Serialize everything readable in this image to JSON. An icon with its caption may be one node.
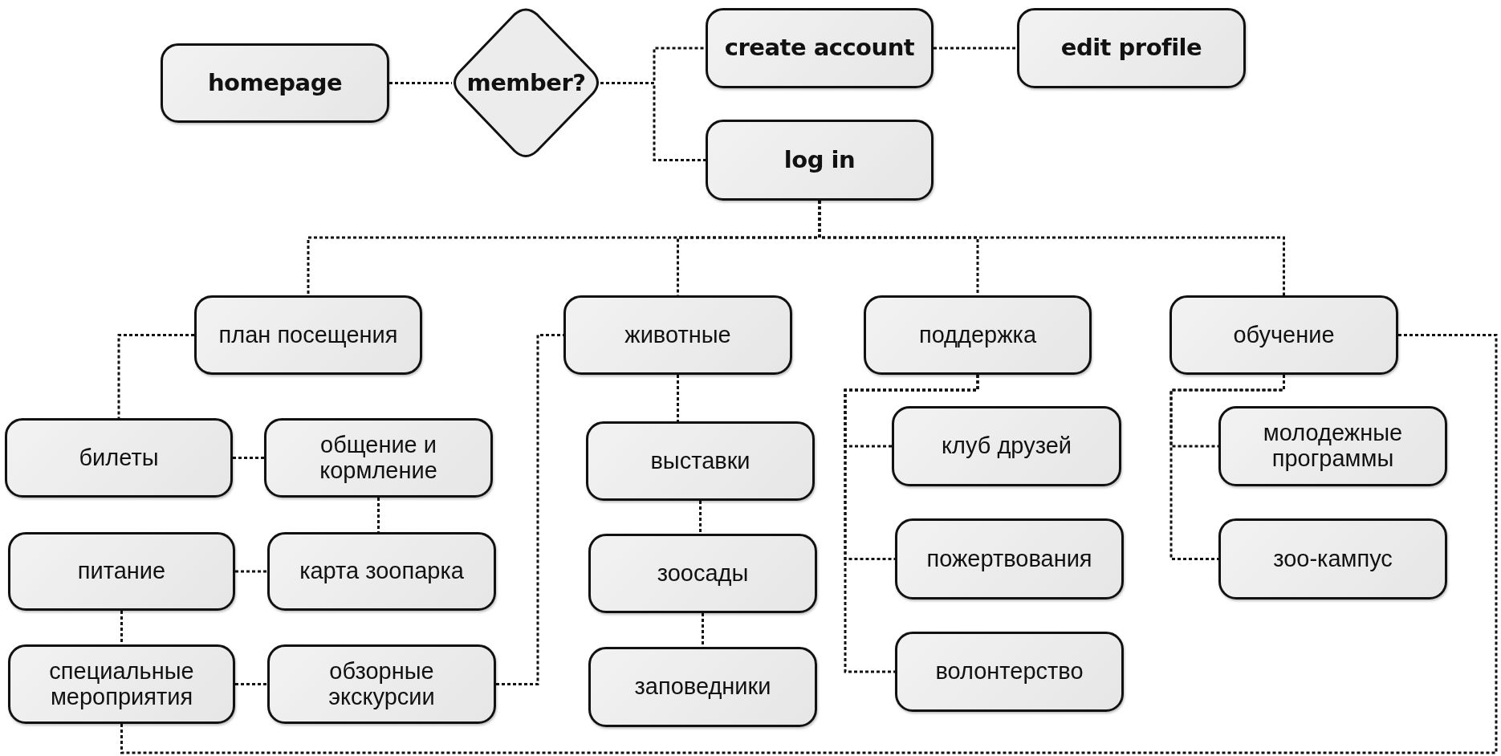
{
  "diagram": {
    "nodes": [
      {
        "text": [
          "homepage"
        ]
      },
      {
        "text": [
          "member?"
        ]
      },
      {
        "text": [
          "create account"
        ]
      },
      {
        "text": [
          "edit profile"
        ]
      },
      {
        "text": [
          "log in"
        ]
      },
      {
        "text": [
          "план посещения"
        ]
      },
      {
        "text": [
          "животные"
        ]
      },
      {
        "text": [
          "поддержка"
        ]
      },
      {
        "text": [
          "обучение"
        ]
      },
      {
        "text": [
          "билеты"
        ]
      },
      {
        "text": [
          "общение и кормление"
        ]
      },
      {
        "text": [
          "питание"
        ]
      },
      {
        "text": [
          "карта зоопарка"
        ]
      },
      {
        "text": [
          "специальные мероприятия"
        ]
      },
      {
        "text": [
          "обзорные экскурсии"
        ]
      },
      {
        "text": [
          "выставки"
        ]
      },
      {
        "text": [
          "зоосады"
        ]
      },
      {
        "text": [
          "заповедники"
        ]
      },
      {
        "text": [
          "клуб друзей"
        ]
      },
      {
        "text": [
          "пожертвования"
        ]
      },
      {
        "text": [
          "волонтерство"
        ]
      },
      {
        "text": [
          "молодежные программы"
        ]
      },
      {
        "text": [
          "зоо-кампус"
        ]
      }
    ],
    "edges": [
      {
        "from": 0,
        "to": 1,
        "arrow": "none"
      },
      {
        "from": 1,
        "to": 2,
        "arrow": "none"
      },
      {
        "from": 1,
        "to": 4,
        "arrow": "none"
      },
      {
        "from": 2,
        "to": 3,
        "arrow": "none"
      },
      {
        "from": 4,
        "to": 5,
        "arrow": "none"
      },
      {
        "from": 4,
        "to": 6,
        "arrow": "none"
      },
      {
        "from": 4,
        "to": 7,
        "arrow": "none"
      },
      {
        "from": 4,
        "to": 8,
        "arrow": "none"
      },
      {
        "from": 5,
        "to": 9,
        "arrow": "none"
      },
      {
        "from": 9,
        "to": 10,
        "arrow": "none"
      },
      {
        "from": 10,
        "to": 12,
        "arrow": "none"
      },
      {
        "from": 11,
        "to": 12,
        "arrow": "none"
      },
      {
        "from": 11,
        "to": 13,
        "arrow": "none"
      },
      {
        "from": 13,
        "to": 14,
        "arrow": "none"
      },
      {
        "from": 14,
        "to": 6,
        "arrow": "none"
      },
      {
        "from": 6,
        "to": 15,
        "arrow": "none"
      },
      {
        "from": 15,
        "to": 16,
        "arrow": "none"
      },
      {
        "from": 16,
        "to": 17,
        "arrow": "none"
      },
      {
        "from": 7,
        "to": 18,
        "arrow": "none"
      },
      {
        "from": 7,
        "to": 19,
        "arrow": "none"
      },
      {
        "from": 7,
        "to": 20,
        "arrow": "none"
      },
      {
        "from": 8,
        "to": 21,
        "arrow": "none"
      },
      {
        "from": 8,
        "to": 22,
        "arrow": "none"
      },
      {
        "from": 8,
        "to": 13,
        "arrow": "none"
      }
    ]
  }
}
